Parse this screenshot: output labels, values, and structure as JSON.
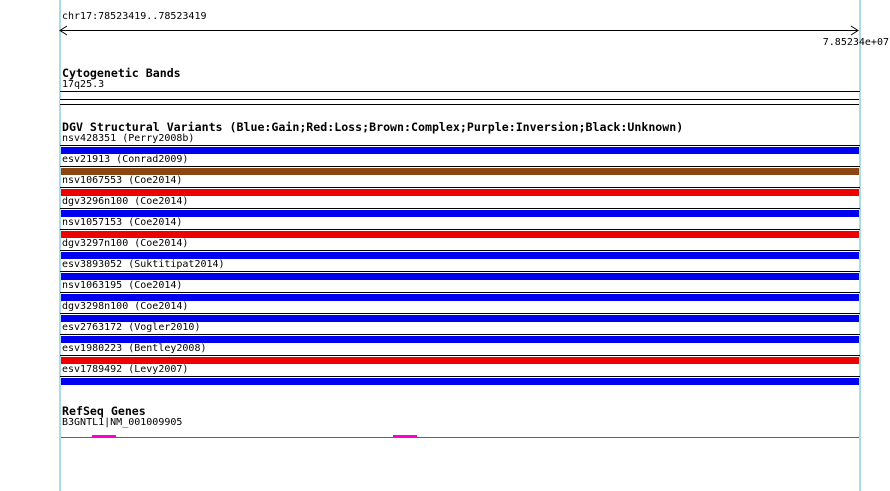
{
  "header": {
    "region": "chr17:78523419..78523419",
    "coordinate": "7.85234e+07"
  },
  "cytogenetic": {
    "title": "Cytogenetic Bands",
    "band": "17q25.3"
  },
  "dgv": {
    "title": "DGV Structural Variants (Blue:Gain;Red:Loss;Brown:Complex;Purple:Inversion;Black:Unknown)",
    "variants": [
      {
        "label": "nsv428351 (Perry2008b)",
        "type": "gain",
        "color": "#0000f0"
      },
      {
        "label": "esv21913 (Conrad2009)",
        "type": "complex",
        "color": "#8b4513"
      },
      {
        "label": "nsv1067553 (Coe2014)",
        "type": "loss",
        "color": "#ee0000"
      },
      {
        "label": "dgv3296n100 (Coe2014)",
        "type": "gain",
        "color": "#0000f0"
      },
      {
        "label": "nsv1057153 (Coe2014)",
        "type": "loss",
        "color": "#ee0000"
      },
      {
        "label": "dgv3297n100 (Coe2014)",
        "type": "gain",
        "color": "#0000f0"
      },
      {
        "label": "esv3893052 (Suktitipat2014)",
        "type": "gain",
        "color": "#0000f0"
      },
      {
        "label": "nsv1063195 (Coe2014)",
        "type": "gain",
        "color": "#0000f0"
      },
      {
        "label": "dgv3298n100 (Coe2014)",
        "type": "gain",
        "color": "#0000f0"
      },
      {
        "label": "esv2763172 (Vogler2010)",
        "type": "gain",
        "color": "#0000f0"
      },
      {
        "label": "esv1980223 (Bentley2008)",
        "type": "loss",
        "color": "#ee0000"
      },
      {
        "label": "esv1789492 (Levy2007)",
        "type": "gain",
        "color": "#0000f0"
      }
    ]
  },
  "refseq": {
    "title": "RefSeq Genes",
    "gene": "B3GNTL1|NM_001009905"
  },
  "colors": {
    "boundary": "#aadce8",
    "gain": "#0000f0",
    "loss": "#ee0000",
    "complex": "#8b4513",
    "inversion": "#800080",
    "unknown": "#000000",
    "gene": "#ff00cc"
  }
}
